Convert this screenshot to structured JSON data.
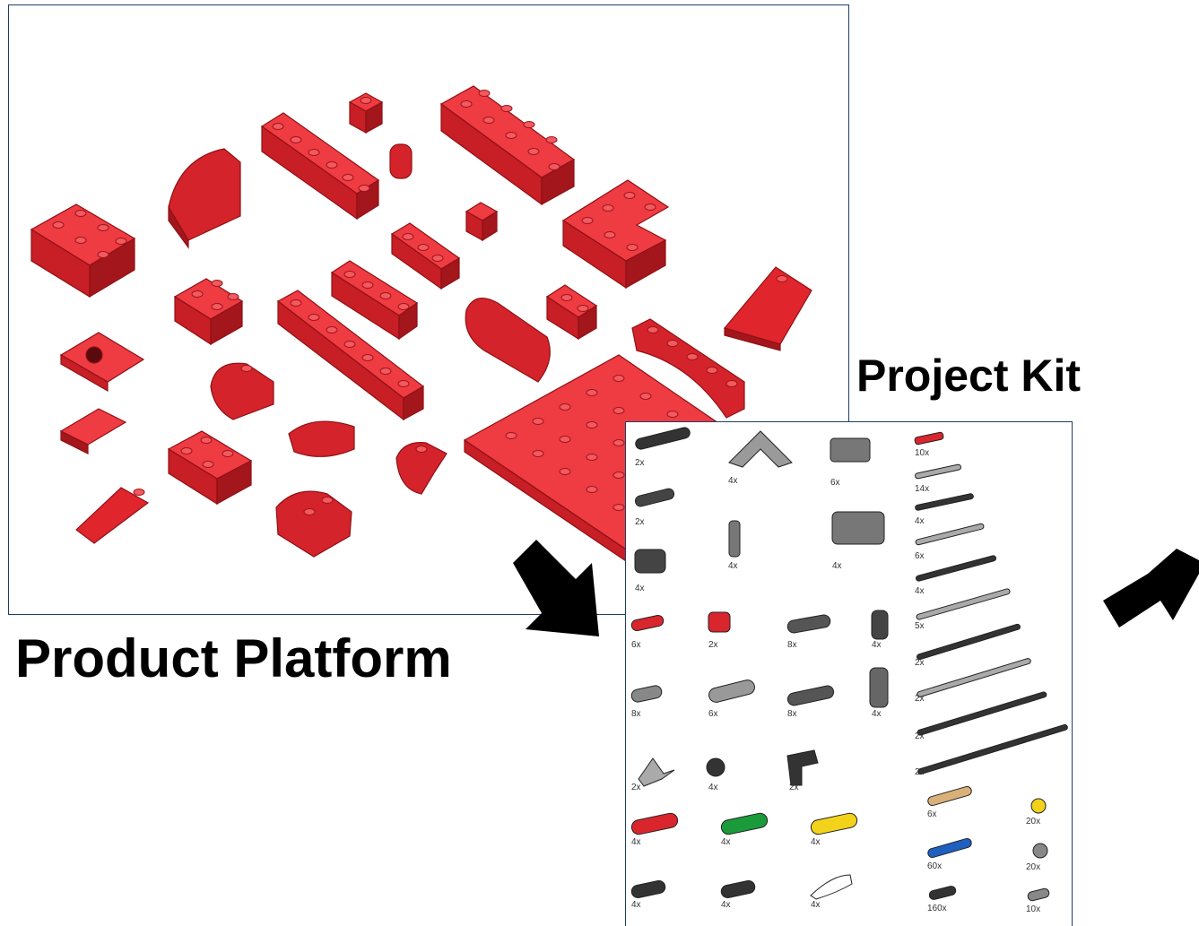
{
  "labels": {
    "product_platform": "Product Platform",
    "project_kit": "Project Kit"
  },
  "colors": {
    "brick_red": "#e0252c",
    "panel_border": "#1f3f66",
    "part_dark": "#333333",
    "part_gray": "#9a9a9a",
    "part_green": "#1a9a3a",
    "part_yellow": "#f2d21a",
    "part_blue": "#1f5fbf",
    "part_tan": "#d8b078"
  },
  "kit_quantities": [
    "2x",
    "4x",
    "6x",
    "10x",
    "2x",
    "14x",
    "4x",
    "4x",
    "4x",
    "4x",
    "6x",
    "4x",
    "6x",
    "2x",
    "8x",
    "4x",
    "5x",
    "2x",
    "8x",
    "6x",
    "8x",
    "4x",
    "2x",
    "2x",
    "2x",
    "4x",
    "2x",
    "2x",
    "4x",
    "4x",
    "4x",
    "6x",
    "20x",
    "4x",
    "4x",
    "4x",
    "60x",
    "20x",
    "160x",
    "10x"
  ]
}
